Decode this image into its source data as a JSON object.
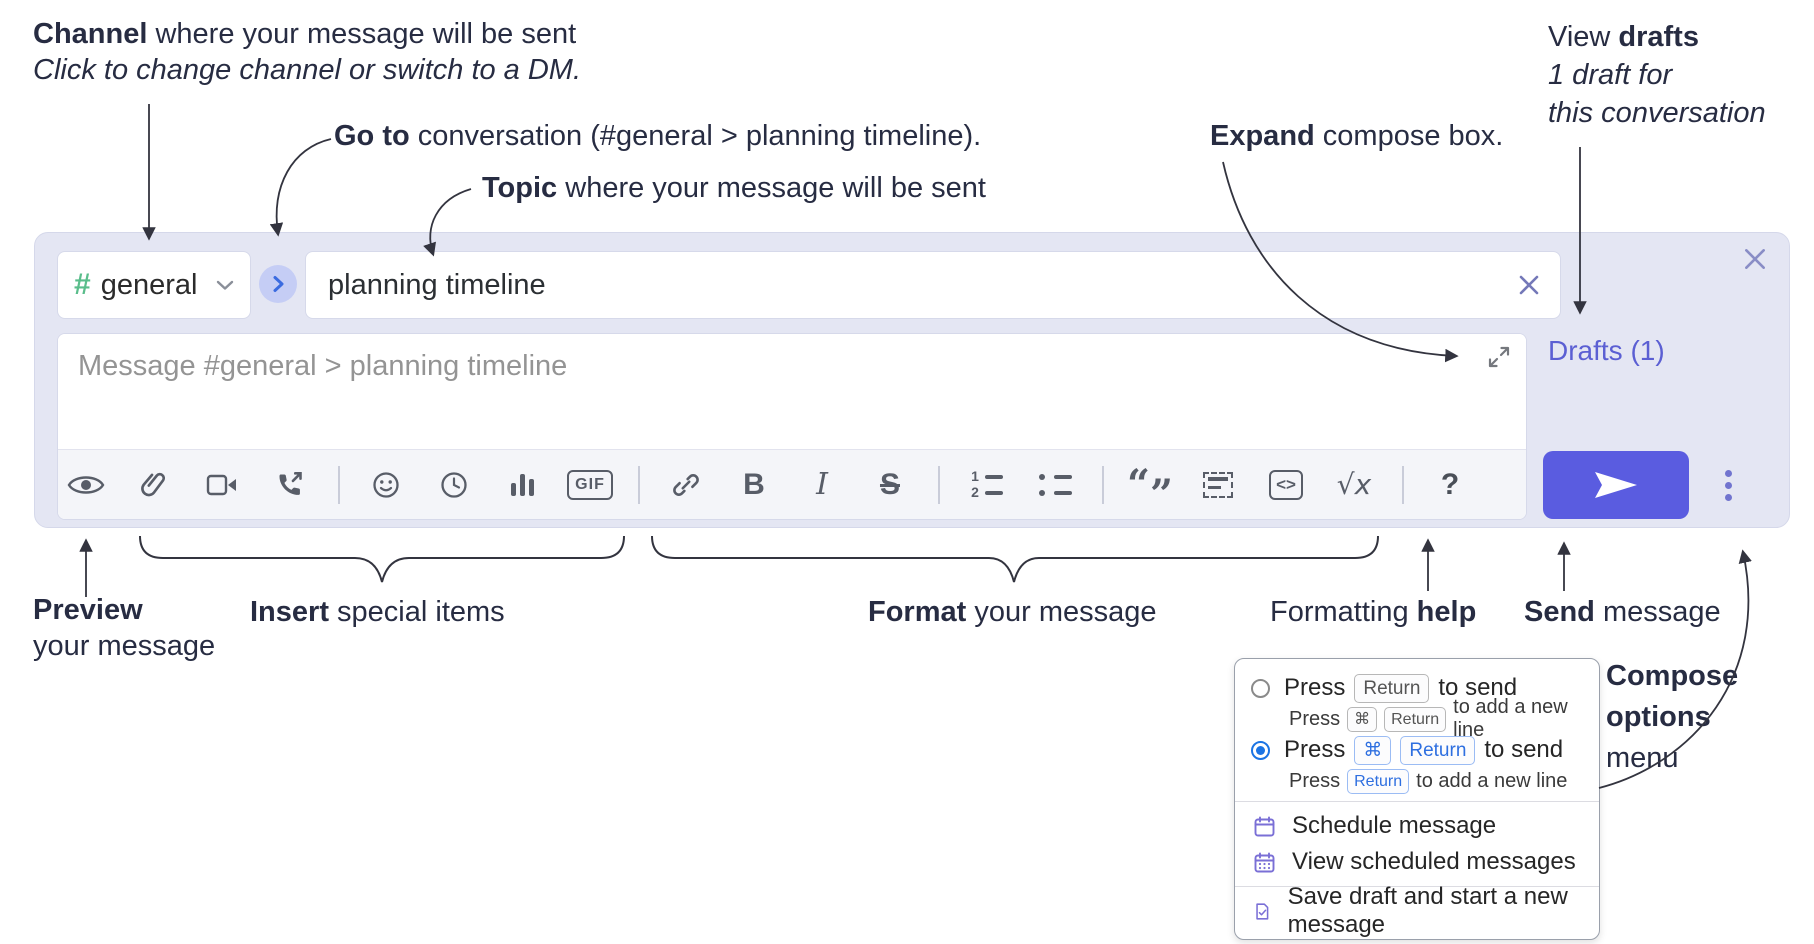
{
  "annotations": {
    "channel_line1_bold": "Channel",
    "channel_line1_rest": " where your message will be sent",
    "channel_line2": "Click to change channel or switch to a DM.",
    "goto_bold": "Go to",
    "goto_rest": " conversation (#general > planning timeline).",
    "topic_bold": "Topic",
    "topic_rest": " where your message will be sent",
    "expand_bold": "Expand",
    "expand_rest": " compose box.",
    "drafts_line1_regular": "View ",
    "drafts_line1_bold": "drafts",
    "drafts_line2": "1 draft for",
    "drafts_line3": "this conversation",
    "preview_bold": "Preview",
    "preview_line2": "your message",
    "insert_bold": "Insert",
    "insert_rest": " special items",
    "format_bold": "Format",
    "format_rest": " your message",
    "help_regular": "Formatting ",
    "help_bold": "help",
    "send_bold": "Send",
    "send_rest": " message",
    "compose_line1": "Compose",
    "compose_line2": "options",
    "compose_line3": "menu"
  },
  "compose": {
    "channel_hash": "#",
    "channel_name": "general",
    "topic_value": "planning timeline",
    "message_placeholder": "Message #general > planning timeline",
    "drafts_link": "Drafts (1)"
  },
  "toolbar": {
    "gif": "GIF",
    "bold": "B",
    "italic": "I",
    "strike": "S",
    "ol_1": "1",
    "ol_2": "2",
    "quote_open": "“",
    "quote_close": "”",
    "code": "<>",
    "math": "√x",
    "help": "?"
  },
  "menu": {
    "opt1_press": "Press",
    "opt1_kbd": "Return",
    "opt1_suffix": "to send",
    "opt1_sub_press": "Press",
    "opt1_sub_kbd1": "⌘",
    "opt1_sub_kbd2": "Return",
    "opt1_sub_suffix": "to add a new line",
    "opt2_press": "Press",
    "opt2_kbd1": "⌘",
    "opt2_kbd2": "Return",
    "opt2_suffix": "to send",
    "opt2_sub_press": "Press",
    "opt2_sub_kbd": "Return",
    "opt2_sub_suffix": "to add a new line",
    "item_schedule": "Schedule message",
    "item_view_scheduled": "View scheduled messages",
    "item_save_draft": "Save draft and start a new message"
  },
  "colors": {
    "accent_send": "#5a5ce0",
    "compose_bg": "#e4e6f3",
    "drafts_link": "#5b5fd3",
    "channel_hash_green": "#5abd8b",
    "kbd_blue": "#2e6fe0",
    "radio_selected": "#1b74e4",
    "menu_icon_purple": "#7a6fd6"
  }
}
